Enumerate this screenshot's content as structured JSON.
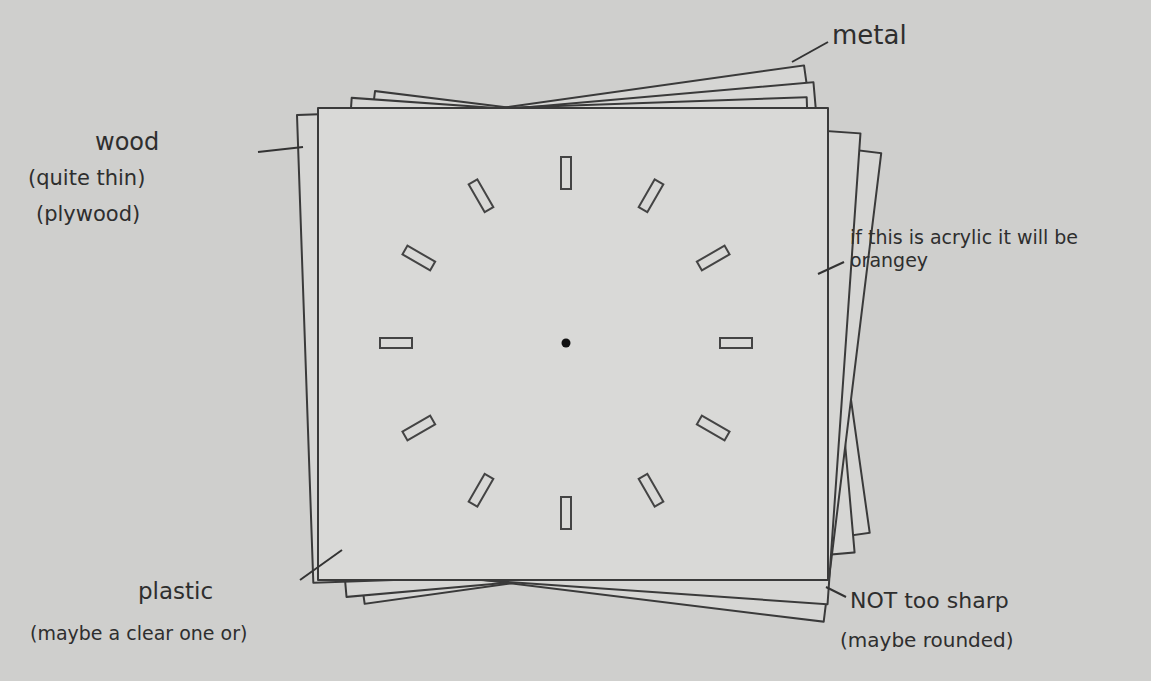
{
  "diagram": {
    "labels": [
      "metal",
      "wood",
      "(quite thin)",
      "(plywood)",
      "if this is acrylic it will be orangey",
      "plastic",
      "(maybe a clear one or)",
      "NOT too sharp",
      "(maybe rounded)"
    ]
  }
}
